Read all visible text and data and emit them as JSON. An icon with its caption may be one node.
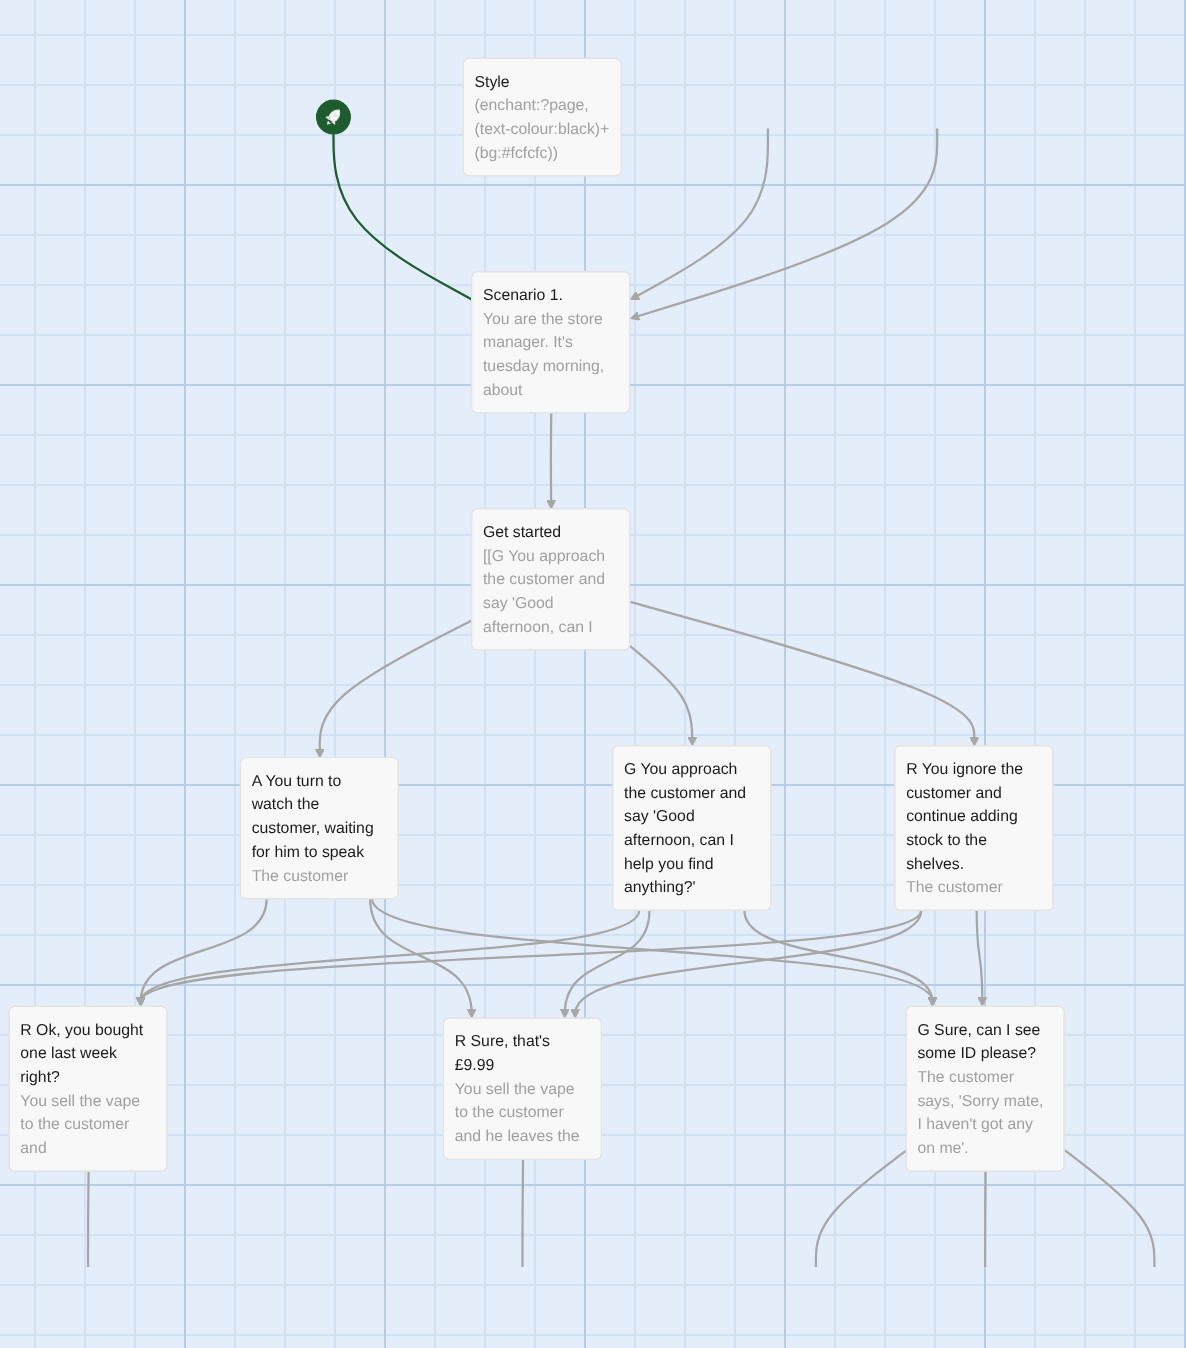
{
  "diagram": {
    "nodes": [
      {
        "text": [],
        "shape": "circle"
      },
      {
        "text": [
          "Scenario 1.",
          "You are the store manager. It's tuesday morning, about"
        ]
      },
      {
        "text": [
          "Style",
          "(enchant:?page, (text-colour:black)+(bg:#fcfcfc))"
        ]
      },
      {
        "text": [
          "Get started",
          "[[G You approach the customer and say 'Good afternoon, can I"
        ]
      },
      {
        "text": [
          "A You turn to watch the customer, waiting for him to speak",
          "The customer"
        ]
      },
      {
        "text": [
          "G You approach the customer and say 'Good afternoon, can I help you find anything?'"
        ]
      },
      {
        "text": [
          "R You ignore the customer and continue adding stock to the shelves.",
          "The customer"
        ]
      },
      {
        "text": [
          "R Ok, you bought one last week right?",
          "You sell the vape to the customer and"
        ]
      },
      {
        "text": [
          "R Sure, that's £9.99",
          "You sell the vape to the customer and he leaves the"
        ]
      },
      {
        "text": [
          "G Sure, can I see some ID please?",
          "The customer says, 'Sorry mate, I haven't got any on me'."
        ]
      }
    ],
    "edges": [
      {
        "from": 0,
        "to": 1,
        "arrow": "none",
        "color": "#1e5b2f"
      },
      {
        "from": null,
        "to": 1,
        "arrow": "to"
      },
      {
        "from": null,
        "to": 1,
        "arrow": "to"
      },
      {
        "from": 1,
        "to": 3,
        "arrow": "to"
      },
      {
        "from": 3,
        "to": 4,
        "arrow": "to"
      },
      {
        "from": 3,
        "to": 5,
        "arrow": "to"
      },
      {
        "from": 3,
        "to": 6,
        "arrow": "to"
      },
      {
        "from": 4,
        "to": 7,
        "arrow": "to"
      },
      {
        "from": 4,
        "to": 8,
        "arrow": "to"
      },
      {
        "from": 4,
        "to": 9,
        "arrow": "to"
      },
      {
        "from": 5,
        "to": 7,
        "arrow": "to"
      },
      {
        "from": 5,
        "to": 8,
        "arrow": "to"
      },
      {
        "from": 5,
        "to": 9,
        "arrow": "to"
      },
      {
        "from": 6,
        "to": 7,
        "arrow": "to"
      },
      {
        "from": 6,
        "to": 8,
        "arrow": "to"
      },
      {
        "from": 6,
        "to": 9,
        "arrow": "to"
      },
      {
        "from": 7,
        "to": null,
        "arrow": "none"
      },
      {
        "from": 8,
        "to": null,
        "arrow": "none"
      },
      {
        "from": 9,
        "to": null,
        "arrow": "none"
      },
      {
        "from": 9,
        "to": null,
        "arrow": "none"
      },
      {
        "from": 9,
        "to": null,
        "arrow": "none"
      }
    ]
  }
}
